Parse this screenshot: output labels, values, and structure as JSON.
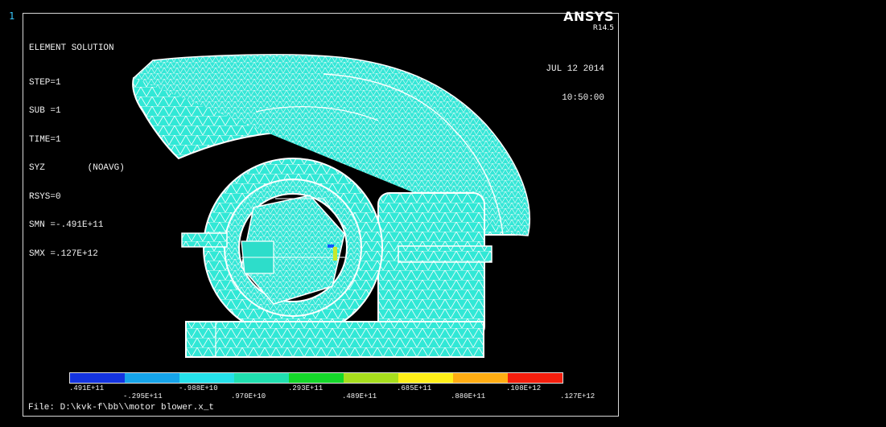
{
  "viewport": {
    "window_number": "1",
    "brand": "ANSYS",
    "version": "R14.5",
    "solution": {
      "title": "ELEMENT SOLUTION",
      "lines": [
        "STEP=1",
        "SUB =1",
        "TIME=1",
        "SYZ        (NOAVG)",
        "RSYS=0",
        "SMN =-.491E+11",
        "SMX =.127E+12"
      ]
    },
    "date": "JUL 12 2014",
    "time": "10:50:00",
    "file": "File: D:\\kvk-f\\bb\\\\motor blower.x_t"
  },
  "contour_legend": {
    "colors": [
      "#1434e0",
      "#16a4ea",
      "#25e1ea",
      "#20e0b0",
      "#15d82a",
      "#a7de1d",
      "#ffef18",
      "#ffad13",
      "#f41e0d"
    ],
    "labels": [
      ".491E+11",
      "-.295E+11",
      "-.988E+10",
      ".970E+10",
      ".293E+11",
      ".489E+11",
      ".685E+11",
      ".880E+11",
      ".108E+12",
      ".127E+12"
    ]
  },
  "model_colors": {
    "mesh": "#32ead7",
    "lines": "#ffffff"
  }
}
